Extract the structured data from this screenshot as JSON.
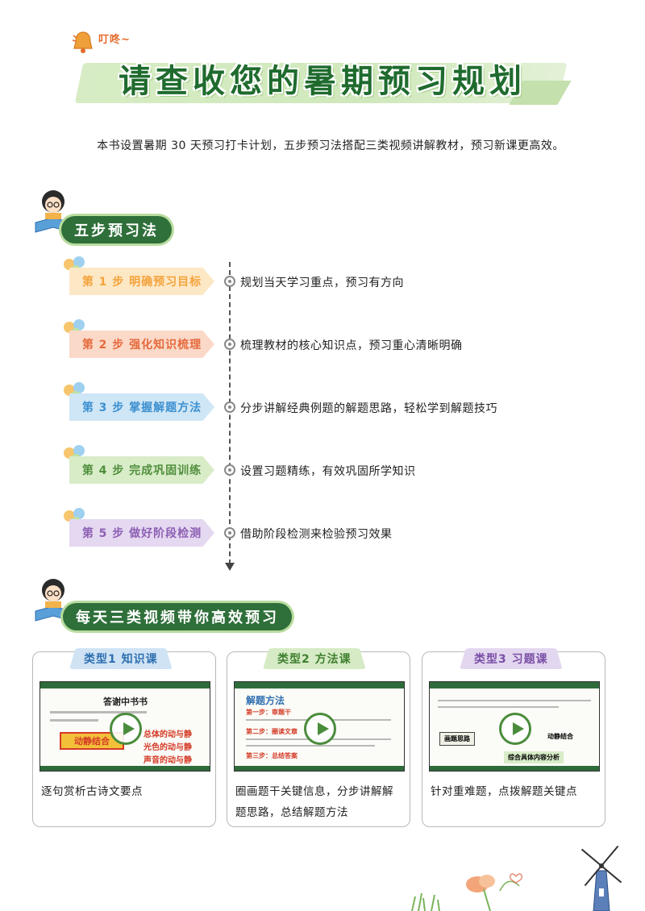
{
  "header": {
    "chime": "叮咚~",
    "title": "请查收您的暑期预习规划",
    "intro": "本书设置暑期 30 天预习打卡计划，五步预习法搭配三类视频讲解教材，预习新课更高效。"
  },
  "five_steps": {
    "heading": "五步预习法",
    "steps": [
      {
        "label": "第 1 步 明确预习目标",
        "desc": "规划当天学习重点，预习有方向",
        "color": "#f4a23a",
        "bg": "#fde8c6"
      },
      {
        "label": "第 2 步 强化知识梳理",
        "desc": "梳理教材的核心知识点，预习重心清晰明确",
        "color": "#e56a3c",
        "bg": "#fbd9c9"
      },
      {
        "label": "第 3 步 掌握解题方法",
        "desc": "分步讲解经典例题的解题思路，轻松学到解题技巧",
        "color": "#3c90d0",
        "bg": "#cfe6f6"
      },
      {
        "label": "第 4 步 完成巩固训练",
        "desc": "设置习题精练，有效巩固所学知识",
        "color": "#4f8f3c",
        "bg": "#d9ecc8"
      },
      {
        "label": "第 5 步 做好阶段检测",
        "desc": "借助阶段检测来检验预习效果",
        "color": "#8c5fb3",
        "bg": "#e5d8f1"
      }
    ]
  },
  "videos": {
    "heading": "每天三类视频带你高效预习",
    "cards": [
      {
        "tag": "类型1 知识课",
        "tag_bg": "#cfe3f5",
        "tag_color": "#2f6fb0",
        "desc": "逐句赏析古诗文要点",
        "thumb": {
          "title": "答谢中书书",
          "red1": "总体的动与静",
          "red2": "光色的动与静",
          "red3": "声音的动与静",
          "banner": "动静结合"
        }
      },
      {
        "tag": "类型2 方法课",
        "tag_bg": "#d6ebc5",
        "tag_color": "#3f7f2f",
        "desc": "圈画题干关键信息，分步讲解解题思路，总结解题方法",
        "thumb": {
          "title": "解题方法",
          "red1": "第一步：审题干",
          "red2": "第二步：圈读文章",
          "red3": "第三步：总结答案"
        }
      },
      {
        "tag": "类型3 习题课",
        "tag_bg": "#e3d7f0",
        "tag_color": "#7a4fa6",
        "desc": "针对重难题，点拨解题关键点",
        "thumb": {
          "box1": "画题思路",
          "box2": "动静结合",
          "box3": "综合具体内容分析"
        }
      }
    ]
  }
}
